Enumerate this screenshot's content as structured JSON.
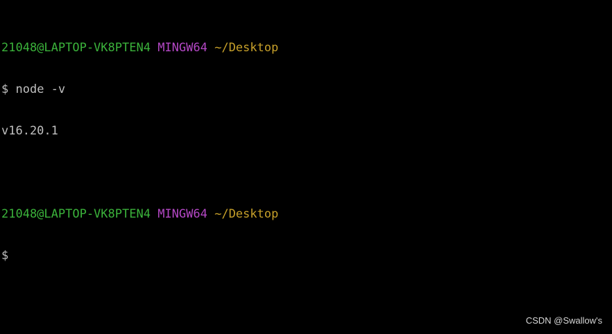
{
  "terminal": {
    "lines": [
      {
        "type": "prompt",
        "user_host": "21048@LAPTOP-VK8PTEN4",
        "system": "MINGW64",
        "path": "~/Desktop"
      },
      {
        "type": "command",
        "prompt_symbol": "$",
        "command": "node -v"
      },
      {
        "type": "output",
        "text": "v16.20.1"
      },
      {
        "type": "blank"
      },
      {
        "type": "prompt",
        "user_host": "21048@LAPTOP-VK8PTEN4",
        "system": "MINGW64",
        "path": "~/Desktop"
      },
      {
        "type": "command",
        "prompt_symbol": "$",
        "command": ""
      }
    ]
  },
  "watermark": "CSDN @Swallow's",
  "colors": {
    "background": "#000000",
    "user_host": "#3bb33b",
    "system": "#b548c6",
    "path": "#c8a12a",
    "text": "#c0c0c0"
  }
}
